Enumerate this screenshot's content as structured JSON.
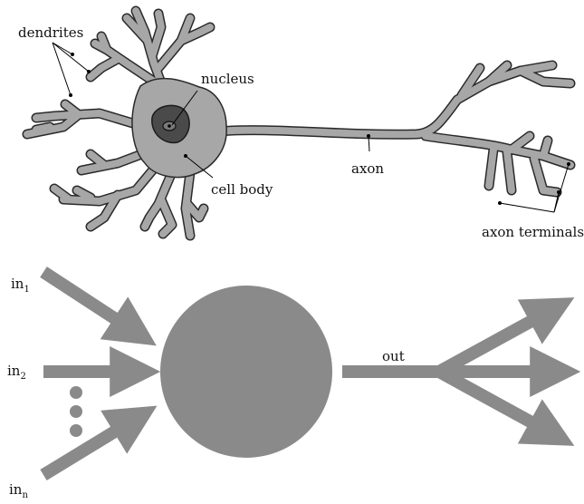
{
  "colors": {
    "cell": "#a7a7a7",
    "outline": "#2a2a2a",
    "nucleus": "#4a4a4a",
    "nucleus_inner": "#7a7a7a",
    "model_gray": "#8a8a8a",
    "leader": "#000000"
  },
  "neuron": {
    "labels": {
      "dendrites": "dendrites",
      "nucleus": "nucleus",
      "cell_body": "cell body",
      "axon": "axon",
      "axon_terminals": "axon terminals"
    }
  },
  "model": {
    "inputs": [
      {
        "base": "in",
        "sub": "1"
      },
      {
        "base": "in",
        "sub": "2"
      },
      {
        "base": "in",
        "sub": "n"
      }
    ],
    "output_label": "out",
    "ellipsis_dots": 3
  }
}
